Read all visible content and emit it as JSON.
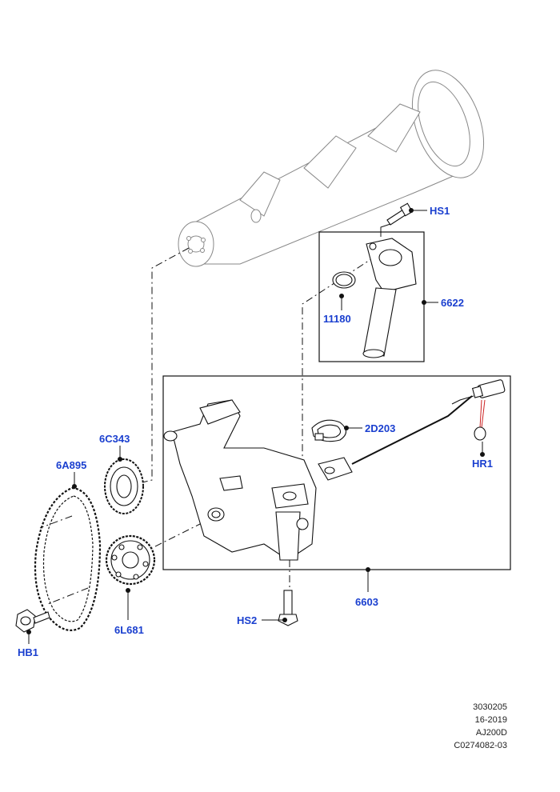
{
  "callouts": {
    "hs1": "HS1",
    "p6622": "6622",
    "p11180": "11180",
    "p2d203": "2D203",
    "hr1": "HR1",
    "p6c343": "6C343",
    "p6a895": "6A895",
    "p6603": "6603",
    "hs2": "HS2",
    "p6l681": "6L681",
    "hb1": "HB1"
  },
  "reference": {
    "line1": "3030205",
    "line2": "16-2019",
    "line3": "AJ200D",
    "line4": "C0274082-03"
  },
  "colors": {
    "callout_text": "#1a3fcf",
    "line_art": "#111111",
    "leader_red": "#cc2222"
  }
}
